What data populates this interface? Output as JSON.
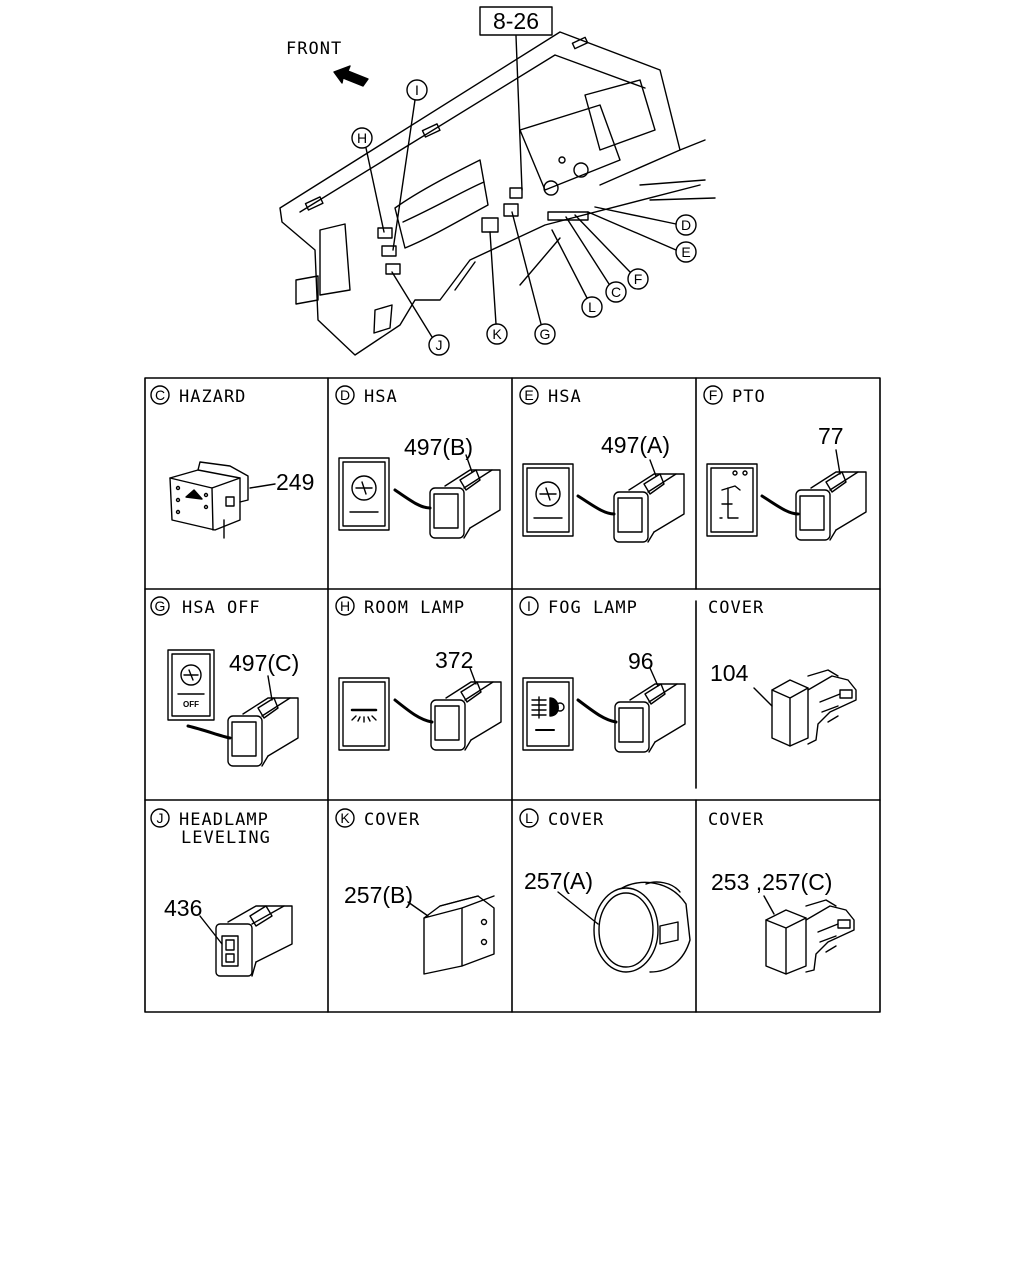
{
  "overview": {
    "ref_box": "8-26",
    "front_label": "FRONT",
    "callouts": {
      "I": "I",
      "H": "H",
      "D": "D",
      "E": "E",
      "F": "F",
      "C": "C",
      "L": "L",
      "G": "G",
      "K": "K",
      "J": "J"
    }
  },
  "cells": [
    {
      "letter": "C",
      "title": "HAZARD",
      "parts": [
        "249"
      ]
    },
    {
      "letter": "D",
      "title": "HSA",
      "parts": [
        "497(B)"
      ]
    },
    {
      "letter": "E",
      "title": "HSA",
      "parts": [
        "497(A)"
      ]
    },
    {
      "letter": "F",
      "title": "PTO",
      "parts": [
        "77"
      ]
    },
    {
      "letter": "G",
      "title": "HSA OFF",
      "parts": [
        "497(C)"
      ],
      "icon_text": "OFF"
    },
    {
      "letter": "H",
      "title": "ROOM LAMP",
      "parts": [
        "372"
      ]
    },
    {
      "letter": "I",
      "title": "FOG LAMP",
      "parts": [
        "96"
      ]
    },
    {
      "letter": "",
      "title": "COVER",
      "parts": [
        "104"
      ]
    },
    {
      "letter": "J",
      "title": "HEADLAMP",
      "title2": "LEVELING",
      "parts": [
        "436"
      ]
    },
    {
      "letter": "K",
      "title": "COVER",
      "parts": [
        "257(B)"
      ]
    },
    {
      "letter": "L",
      "title": "COVER",
      "parts": [
        "257(A)"
      ]
    },
    {
      "letter": "",
      "title": "COVER",
      "parts": [
        "253 ,257(C)"
      ]
    }
  ]
}
